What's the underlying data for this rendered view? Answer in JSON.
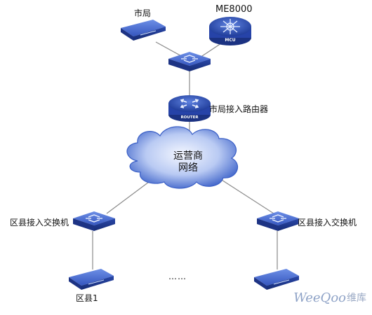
{
  "nodes": {
    "city_bureau": "市局",
    "mcu_name": "ME8000",
    "mcu_badge": "MCU",
    "router_label": "市局接入路由器",
    "router_badge": "ROUTER",
    "cloud_line1": "运营商",
    "cloud_line2": "网络",
    "left_switch": "区县接入交换机",
    "right_switch": "区县接入交换机",
    "district1": "区县1",
    "ellipsis": "……"
  },
  "watermark": {
    "brand_part1": "WeeQoo",
    "brand_part2": "维库"
  },
  "colors": {
    "device_blue": "#2f4fb5",
    "device_dark": "#1d3384",
    "device_top": "#4c6fd6",
    "link_gray": "#8a8a8a",
    "cloud_fill": "#3b62cc",
    "cloud_light": "#a9bdf0"
  }
}
